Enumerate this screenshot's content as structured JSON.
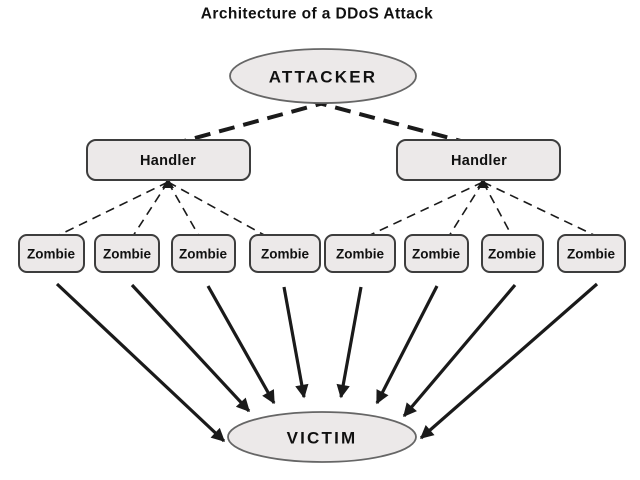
{
  "title": "Architecture of a DDoS Attack",
  "colors": {
    "background": "#ffffff",
    "node_fill": "#ece9e9",
    "box_border": "#3d3d3d",
    "ellipse_border": "#666666",
    "line": "#1a1a1a",
    "text": "#111111"
  },
  "nodes": {
    "attacker": {
      "label": "ATTACKER",
      "shape": "ellipse"
    },
    "handlers": [
      {
        "label": "Handler"
      },
      {
        "label": "Handler"
      }
    ],
    "zombies": [
      {
        "label": "Zombie"
      },
      {
        "label": "Zombie"
      },
      {
        "label": "Zombie"
      },
      {
        "label": "Zombie"
      },
      {
        "label": "Zombie"
      },
      {
        "label": "Zombie"
      },
      {
        "label": "Zombie"
      },
      {
        "label": "Zombie"
      }
    ],
    "victim": {
      "label": "VICTIM",
      "shape": "ellipse"
    }
  },
  "edges": {
    "attacker_to_handlers": {
      "style": "thick-dashed",
      "count": 2
    },
    "handler_to_zombies": {
      "style": "thin-dashed",
      "count": 8
    },
    "zombie_to_victim": {
      "style": "solid-arrow",
      "count": 8
    }
  }
}
